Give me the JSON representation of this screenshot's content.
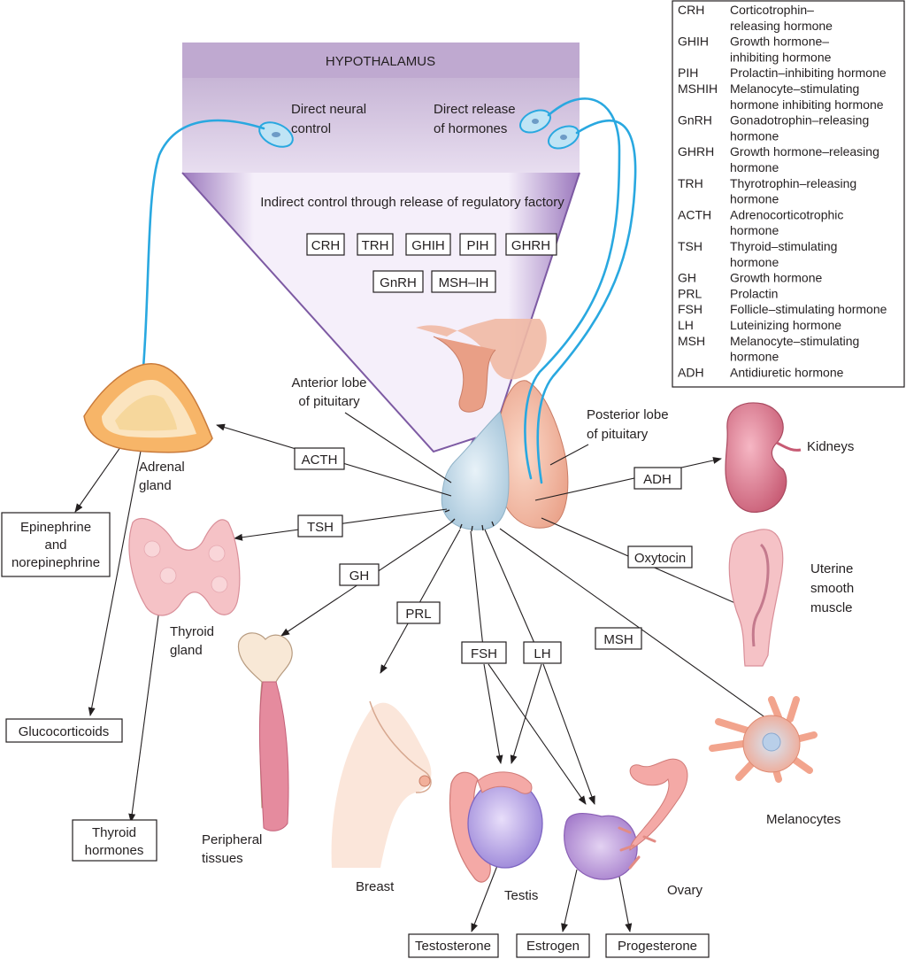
{
  "hypothalamus": {
    "title": "HYPOTHALAMUS",
    "direct_neural": [
      "Direct neural",
      "control"
    ],
    "direct_release": [
      "Direct release",
      "of hormones"
    ],
    "indirect": "Indirect control through release of regulatory factory",
    "factors_row1": [
      "CRH",
      "TRH",
      "GHIH",
      "PIH",
      "GHRH"
    ],
    "factors_row2": [
      "GnRH",
      "MSH–IH"
    ]
  },
  "pituitary": {
    "anterior": [
      "Anterior lobe",
      "of pituitary"
    ],
    "posterior": [
      "Posterior lobe",
      "of pituitary"
    ]
  },
  "hormones": {
    "acth": "ACTH",
    "tsh": "TSH",
    "gh": "GH",
    "prl": "PRL",
    "fsh": "FSH",
    "lh": "LH",
    "msh": "MSH",
    "adh": "ADH",
    "oxytocin": "Oxytocin"
  },
  "targets": {
    "adrenal": [
      "Adrenal",
      "gland"
    ],
    "thyroid": [
      "Thyroid",
      "gland"
    ],
    "peripheral": [
      "Peripheral",
      "tissues"
    ],
    "breast": "Breast",
    "testis": "Testis",
    "ovary": "Ovary",
    "kidneys": "Kidneys",
    "uterine": [
      "Uterine",
      "smooth",
      "muscle"
    ],
    "melanocytes": "Melanocytes"
  },
  "products": {
    "epinephrine": [
      "Epinephrine",
      "and",
      "norepinephrine"
    ],
    "glucocorticoids": "Glucocorticoids",
    "thyroid_hormones": [
      "Thyroid",
      "hormones"
    ],
    "testosterone": "Testosterone",
    "estrogen": "Estrogen",
    "progesterone": "Progesterone"
  },
  "legend": [
    {
      "abbr": "CRH",
      "full": [
        "Corticotrophin–",
        "releasing hormone"
      ]
    },
    {
      "abbr": "GHIH",
      "full": [
        "Growth hormone–",
        "inhibiting hormone"
      ]
    },
    {
      "abbr": "PIH",
      "full": [
        "Prolactin–inhibiting hormone"
      ]
    },
    {
      "abbr": "MSHIH",
      "full": [
        "Melanocyte–stimulating",
        "hormone inhibiting hormone"
      ]
    },
    {
      "abbr": "GnRH",
      "full": [
        "Gonadotrophin–releasing",
        "hormone"
      ]
    },
    {
      "abbr": "GHRH",
      "full": [
        "Growth hormone–releasing",
        "hormone"
      ]
    },
    {
      "abbr": "TRH",
      "full": [
        "Thyrotrophin–releasing",
        "hormone"
      ]
    },
    {
      "abbr": "ACTH",
      "full": [
        "Adrenocorticotrophic",
        "hormone"
      ]
    },
    {
      "abbr": "TSH",
      "full": [
        "Thyroid–stimulating",
        "hormone"
      ]
    },
    {
      "abbr": "GH",
      "full": [
        "Growth hormone"
      ]
    },
    {
      "abbr": "PRL",
      "full": [
        "Prolactin"
      ]
    },
    {
      "abbr": "FSH",
      "full": [
        "Follicle–stimulating hormone"
      ]
    },
    {
      "abbr": "LH",
      "full": [
        "Luteinizing hormone"
      ]
    },
    {
      "abbr": "MSH",
      "full": [
        "Melanocyte–stimulating",
        "hormone"
      ]
    },
    {
      "abbr": "ADH",
      "full": [
        "Antidiuretic hormone"
      ]
    }
  ],
  "colors": {
    "hypothalamus_box": "#c9b6d6",
    "funnel": "#a686c4",
    "nerve": "#29a8e0",
    "anterior_lobe": "#c8dde9",
    "posterior_lobe": "#f1b9a4",
    "adrenal": "#f7b568",
    "thyroid": "#f5c2c6",
    "ovary": "#b793d1",
    "testis": "#b6a0e6",
    "kidney": "#d96f86"
  }
}
